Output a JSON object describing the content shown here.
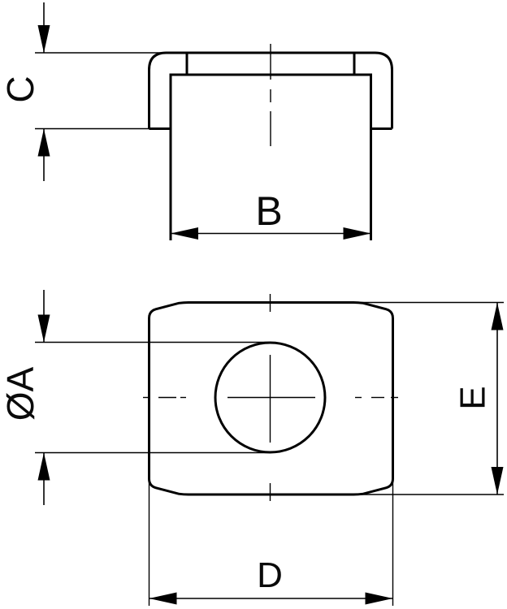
{
  "drawing": {
    "background": "#ffffff",
    "line_color": "#000000",
    "views": {
      "elevation": {
        "dim_height_label": "C",
        "dim_width_label": "B"
      },
      "plan": {
        "dim_hole_label": "ØA",
        "dim_side_label": "E",
        "dim_length_label": "D"
      }
    }
  }
}
